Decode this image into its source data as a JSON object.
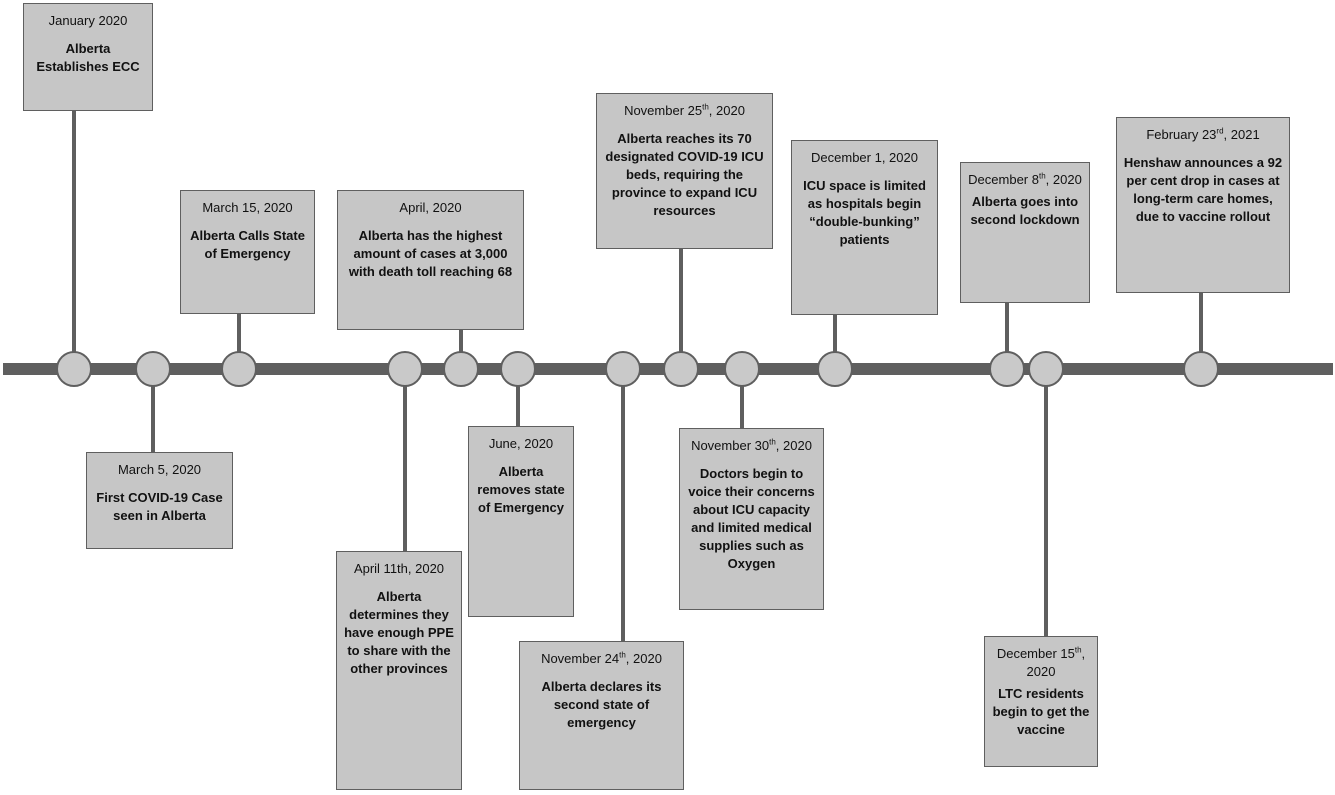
{
  "events": [
    {
      "date": "January 2020",
      "sup": "",
      "date_tail": "",
      "text": "Alberta Establishes ECC"
    },
    {
      "date": "March 5, 2020",
      "sup": "",
      "date_tail": "",
      "text": "First COVID-19 Case seen in Alberta"
    },
    {
      "date": "March 15, 2020",
      "sup": "",
      "date_tail": "",
      "text": "Alberta Calls State of Emergency"
    },
    {
      "date": "April 11th, 2020",
      "sup": "",
      "date_tail": "",
      "text": "Alberta determines they have enough PPE to share with the other provinces"
    },
    {
      "date": "April, 2020",
      "sup": "",
      "date_tail": "",
      "text": "Alberta has the highest amount of cases at 3,000 with death toll reaching 68"
    },
    {
      "date": "June, 2020",
      "sup": "",
      "date_tail": "",
      "text": "Alberta removes state of Emergency"
    },
    {
      "date": "November 24",
      "sup": "th",
      "date_tail": ", 2020",
      "text": "Alberta declares its second state of emergency"
    },
    {
      "date": "November 25",
      "sup": "th",
      "date_tail": ", 2020",
      "text": "Alberta reaches its 70 designated COVID-19 ICU beds, requiring the province to expand ICU resources"
    },
    {
      "date": "November 30",
      "sup": "th",
      "date_tail": ", 2020",
      "text": "Doctors begin to voice their concerns about ICU capacity and limited medical supplies such as Oxygen"
    },
    {
      "date": "December 1, 2020",
      "sup": "",
      "date_tail": "",
      "text": "ICU space is limited as hospitals begin “double-bunking” patients"
    },
    {
      "date": "December 8",
      "sup": "th",
      "date_tail": ", 2020",
      "text": "Alberta goes into second lockdown"
    },
    {
      "date": "December 15",
      "sup": "th",
      "date_tail": ", 2020",
      "text": "LTC residents begin to get the vaccine"
    },
    {
      "date": "February 23",
      "sup": "rd",
      "date_tail": ", 2021",
      "text": "Henshaw announces a 92 per cent drop in cases at long-term care homes, due to vaccine rollout"
    }
  ]
}
